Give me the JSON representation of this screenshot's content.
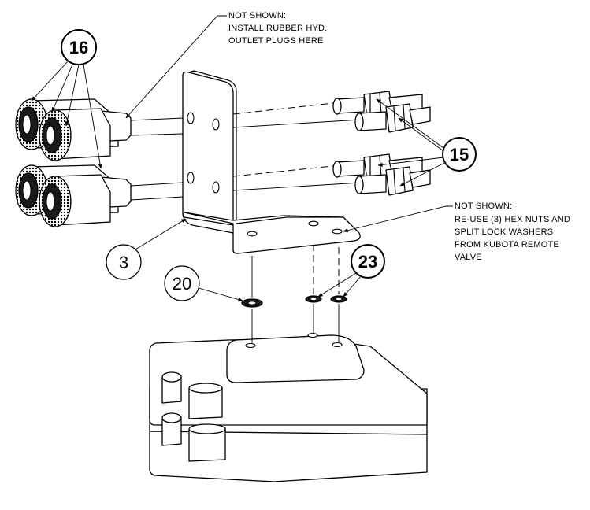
{
  "notes": {
    "plugs": [
      "NOT SHOWN:",
      "INSTALL RUBBER HYD.",
      "OUTLET PLUGS HERE"
    ],
    "nuts": [
      "NOT SHOWN:",
      "RE-USE (3) HEX NUTS AND",
      "SPLIT LOCK WASHERS",
      "FROM KUBOTA REMOTE",
      "VALVE"
    ]
  },
  "callouts": {
    "c16": "16",
    "c15": "15",
    "c3": "3",
    "c20": "20",
    "c23": "23"
  },
  "icons": [
    "bracket",
    "quick-coupler",
    "adapter-fitting",
    "washer",
    "remote-valve"
  ]
}
